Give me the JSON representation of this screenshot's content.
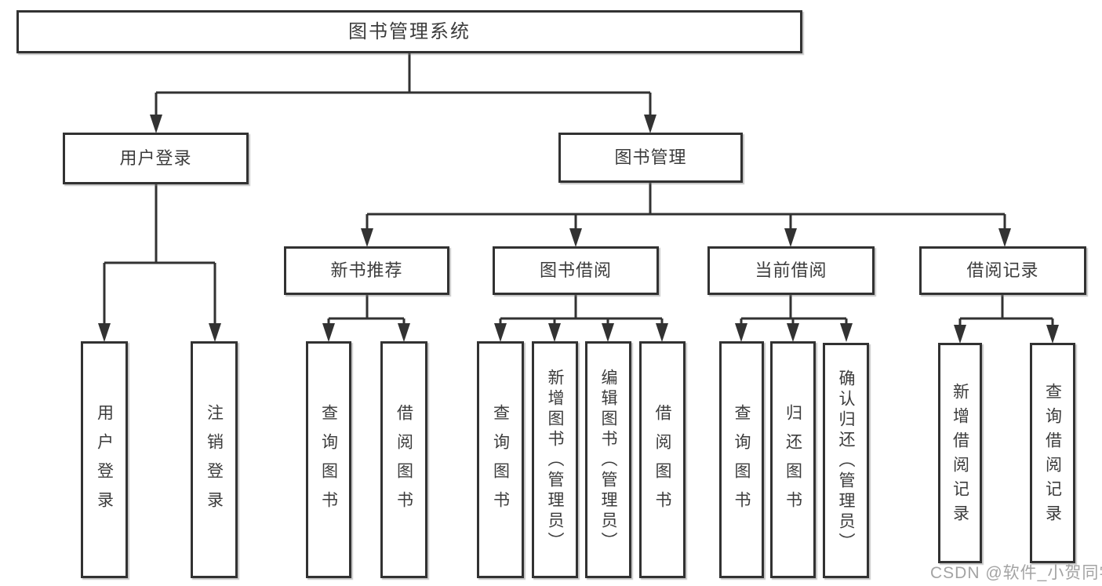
{
  "diagram_type": "function-structure-tree",
  "tree": {
    "label": "图书管理系统",
    "children": [
      {
        "label": "用户登录",
        "children": [
          {
            "label": "用户登录"
          },
          {
            "label": "注销登录"
          }
        ]
      },
      {
        "label": "图书管理",
        "children": [
          {
            "label": "新书推荐",
            "children": [
              {
                "label": "查询图书"
              },
              {
                "label": "借阅图书"
              }
            ]
          },
          {
            "label": "图书借阅",
            "children": [
              {
                "label": "查询图书"
              },
              {
                "label": "新增图书（管理员）"
              },
              {
                "label": "编辑图书（管理员）"
              },
              {
                "label": "借阅图书"
              }
            ]
          },
          {
            "label": "当前借阅",
            "children": [
              {
                "label": "查询图书"
              },
              {
                "label": "归还图书"
              },
              {
                "label": "确认归还（管理员）"
              }
            ]
          },
          {
            "label": "借阅记录",
            "children": [
              {
                "label": "新增借阅记录"
              },
              {
                "label": "查询借阅记录"
              }
            ]
          }
        ]
      }
    ]
  },
  "watermark": {
    "text": "CSDN @软件_小贺同学"
  },
  "colors": {
    "line": "#323232",
    "box_border": "#323232",
    "box_fill": "#ffffff",
    "text": "#3c3c3c",
    "watermark": "#a3a3a3",
    "background": "#ffffff"
  }
}
